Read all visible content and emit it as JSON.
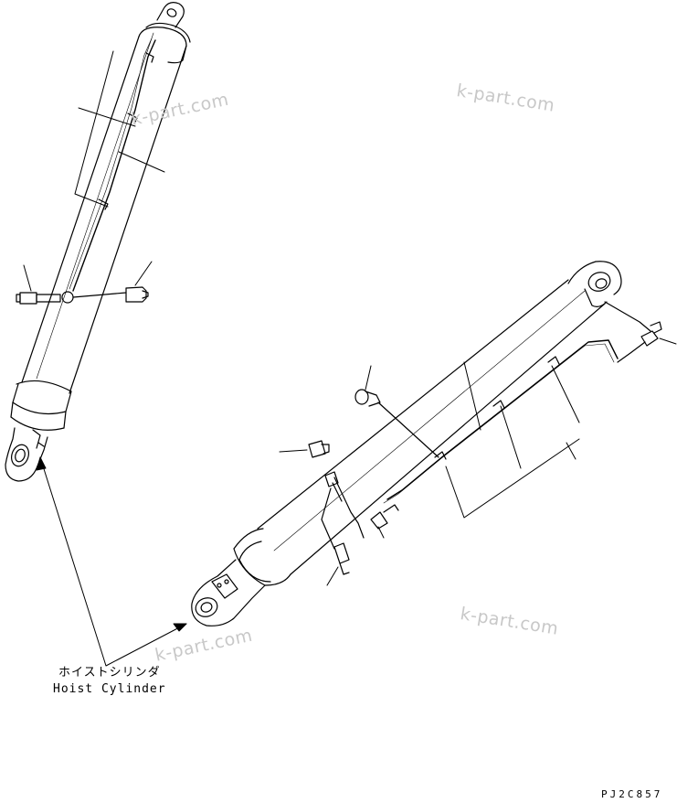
{
  "watermarks": [
    "k-part.com",
    "k-part.com",
    "k-part.com",
    "k-part.com"
  ],
  "caption": {
    "japanese": "ホイストシリンダ",
    "english": "Hoist Cylinder"
  },
  "drawing_code": "PJ2C857"
}
